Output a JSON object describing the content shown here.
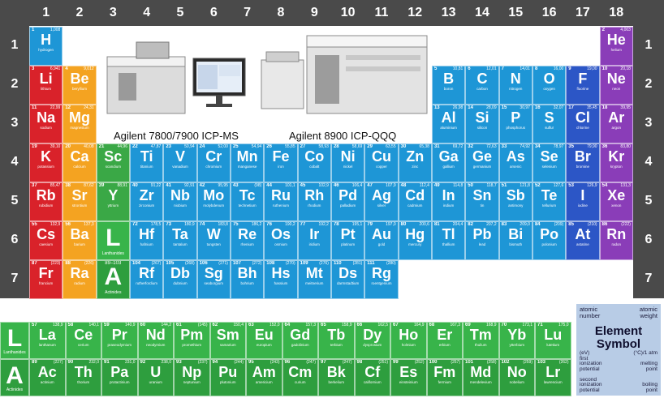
{
  "colors": {
    "band": "#4a4a4a",
    "s_block_alkali": "#d9222a",
    "s_block_alkaline": "#f4a321",
    "d_block": "#1e96d6",
    "p_block": "#1e96d6",
    "halogen": "#2c56c6",
    "noble": "#8a3db8",
    "lanthanide": "#38b44a",
    "actinide": "#2e9e3e",
    "scandium_group": "#3aa846",
    "legend": "#b8cce6"
  },
  "groups": [
    "1",
    "2",
    "3",
    "4",
    "5",
    "6",
    "7",
    "8",
    "9",
    "10",
    "11",
    "12",
    "13",
    "14",
    "15",
    "16",
    "17",
    "18"
  ],
  "periods": [
    "1",
    "2",
    "3",
    "4",
    "5",
    "6",
    "7"
  ],
  "instruments": {
    "icpms": "Agilent 7800/7900 ICP-MS",
    "icpqqq": "Agilent 8900 ICP-QQQ"
  },
  "elements": [
    {
      "n": "1",
      "s": "H",
      "name": "hydrogen",
      "w": "1,008",
      "g": 1,
      "p": 1,
      "c": "#1e96d6"
    },
    {
      "n": "2",
      "s": "He",
      "name": "helium",
      "w": "4,003",
      "g": 18,
      "p": 1,
      "c": "#8a3db8"
    },
    {
      "n": "3",
      "s": "Li",
      "name": "lithium",
      "w": "6,941",
      "g": 1,
      "p": 2,
      "c": "#d9222a"
    },
    {
      "n": "4",
      "s": "Be",
      "name": "beryllium",
      "w": "9,012",
      "g": 2,
      "p": 2,
      "c": "#f4a321"
    },
    {
      "n": "5",
      "s": "B",
      "name": "boron",
      "w": "10,81",
      "g": 13,
      "p": 2,
      "c": "#1e96d6"
    },
    {
      "n": "6",
      "s": "C",
      "name": "carbon",
      "w": "12,01",
      "g": 14,
      "p": 2,
      "c": "#1e96d6"
    },
    {
      "n": "7",
      "s": "N",
      "name": "nitrogen",
      "w": "14,01",
      "g": 15,
      "p": 2,
      "c": "#1e96d6"
    },
    {
      "n": "8",
      "s": "O",
      "name": "oxygen",
      "w": "16,00",
      "g": 16,
      "p": 2,
      "c": "#1e96d6"
    },
    {
      "n": "9",
      "s": "F",
      "name": "fluorine",
      "w": "19,00",
      "g": 17,
      "p": 2,
      "c": "#2c56c6"
    },
    {
      "n": "10",
      "s": "Ne",
      "name": "neon",
      "w": "20,18",
      "g": 18,
      "p": 2,
      "c": "#8a3db8"
    },
    {
      "n": "11",
      "s": "Na",
      "name": "sodium",
      "w": "22,99",
      "g": 1,
      "p": 3,
      "c": "#d9222a"
    },
    {
      "n": "12",
      "s": "Mg",
      "name": "magnesium",
      "w": "24,31",
      "g": 2,
      "p": 3,
      "c": "#f4a321"
    },
    {
      "n": "13",
      "s": "Al",
      "name": "aluminium",
      "w": "26,98",
      "g": 13,
      "p": 3,
      "c": "#1e96d6"
    },
    {
      "n": "14",
      "s": "Si",
      "name": "silicon",
      "w": "28,09",
      "g": 14,
      "p": 3,
      "c": "#1e96d6"
    },
    {
      "n": "15",
      "s": "P",
      "name": "phosphorus",
      "w": "30,97",
      "g": 15,
      "p": 3,
      "c": "#1e96d6"
    },
    {
      "n": "16",
      "s": "S",
      "name": "sulfur",
      "w": "32,07",
      "g": 16,
      "p": 3,
      "c": "#1e96d6"
    },
    {
      "n": "17",
      "s": "Cl",
      "name": "chlorine",
      "w": "35,45",
      "g": 17,
      "p": 3,
      "c": "#2c56c6"
    },
    {
      "n": "18",
      "s": "Ar",
      "name": "argon",
      "w": "39,95",
      "g": 18,
      "p": 3,
      "c": "#8a3db8"
    },
    {
      "n": "19",
      "s": "K",
      "name": "potassium",
      "w": "39,10",
      "g": 1,
      "p": 4,
      "c": "#d9222a"
    },
    {
      "n": "20",
      "s": "Ca",
      "name": "calcium",
      "w": "40,08",
      "g": 2,
      "p": 4,
      "c": "#f4a321"
    },
    {
      "n": "21",
      "s": "Sc",
      "name": "scandium",
      "w": "44,96",
      "g": 3,
      "p": 4,
      "c": "#3aa846"
    },
    {
      "n": "22",
      "s": "Ti",
      "name": "titanium",
      "w": "47,87",
      "g": 4,
      "p": 4,
      "c": "#1e96d6"
    },
    {
      "n": "23",
      "s": "V",
      "name": "vanadium",
      "w": "50,94",
      "g": 5,
      "p": 4,
      "c": "#1e96d6"
    },
    {
      "n": "24",
      "s": "Cr",
      "name": "chromium",
      "w": "52,00",
      "g": 6,
      "p": 4,
      "c": "#1e96d6"
    },
    {
      "n": "25",
      "s": "Mn",
      "name": "manganese",
      "w": "54,94",
      "g": 7,
      "p": 4,
      "c": "#1e96d6"
    },
    {
      "n": "26",
      "s": "Fe",
      "name": "iron",
      "w": "55,85",
      "g": 8,
      "p": 4,
      "c": "#1e96d6"
    },
    {
      "n": "27",
      "s": "Co",
      "name": "cobalt",
      "w": "58,93",
      "g": 9,
      "p": 4,
      "c": "#1e96d6"
    },
    {
      "n": "28",
      "s": "Ni",
      "name": "nickel",
      "w": "58,69",
      "g": 10,
      "p": 4,
      "c": "#1e96d6"
    },
    {
      "n": "29",
      "s": "Cu",
      "name": "copper",
      "w": "63,55",
      "g": 11,
      "p": 4,
      "c": "#1e96d6"
    },
    {
      "n": "30",
      "s": "Zn",
      "name": "zinc",
      "w": "65,38",
      "g": 12,
      "p": 4,
      "c": "#1e96d6"
    },
    {
      "n": "31",
      "s": "Ga",
      "name": "gallium",
      "w": "69,72",
      "g": 13,
      "p": 4,
      "c": "#1e96d6"
    },
    {
      "n": "32",
      "s": "Ge",
      "name": "germanium",
      "w": "72,63",
      "g": 14,
      "p": 4,
      "c": "#1e96d6"
    },
    {
      "n": "33",
      "s": "As",
      "name": "arsenic",
      "w": "74,92",
      "g": 15,
      "p": 4,
      "c": "#1e96d6"
    },
    {
      "n": "34",
      "s": "Se",
      "name": "selenium",
      "w": "78,97",
      "g": 16,
      "p": 4,
      "c": "#1e96d6"
    },
    {
      "n": "35",
      "s": "Br",
      "name": "bromine",
      "w": "79,90",
      "g": 17,
      "p": 4,
      "c": "#2c56c6"
    },
    {
      "n": "36",
      "s": "Kr",
      "name": "krypton",
      "w": "83,80",
      "g": 18,
      "p": 4,
      "c": "#8a3db8"
    },
    {
      "n": "37",
      "s": "Rb",
      "name": "rubidium",
      "w": "85,47",
      "g": 1,
      "p": 5,
      "c": "#d9222a"
    },
    {
      "n": "38",
      "s": "Sr",
      "name": "strontium",
      "w": "87,62",
      "g": 2,
      "p": 5,
      "c": "#f4a321"
    },
    {
      "n": "39",
      "s": "Y",
      "name": "yttrium",
      "w": "88,91",
      "g": 3,
      "p": 5,
      "c": "#3aa846"
    },
    {
      "n": "40",
      "s": "Zr",
      "name": "zirconium",
      "w": "91,22",
      "g": 4,
      "p": 5,
      "c": "#1e96d6"
    },
    {
      "n": "41",
      "s": "Nb",
      "name": "niobium",
      "w": "92,91",
      "g": 5,
      "p": 5,
      "c": "#1e96d6"
    },
    {
      "n": "42",
      "s": "Mo",
      "name": "molybdenum",
      "w": "95,95",
      "g": 6,
      "p": 5,
      "c": "#1e96d6"
    },
    {
      "n": "43",
      "s": "Tc",
      "name": "technetium",
      "w": "(98)",
      "g": 7,
      "p": 5,
      "c": "#1e96d6"
    },
    {
      "n": "44",
      "s": "Ru",
      "name": "ruthenium",
      "w": "101,1",
      "g": 8,
      "p": 5,
      "c": "#1e96d6"
    },
    {
      "n": "45",
      "s": "Rh",
      "name": "rhodium",
      "w": "102,9",
      "g": 9,
      "p": 5,
      "c": "#1e96d6"
    },
    {
      "n": "46",
      "s": "Pd",
      "name": "palladium",
      "w": "106,4",
      "g": 10,
      "p": 5,
      "c": "#1e96d6"
    },
    {
      "n": "47",
      "s": "Ag",
      "name": "silver",
      "w": "107,9",
      "g": 11,
      "p": 5,
      "c": "#1e96d6"
    },
    {
      "n": "48",
      "s": "Cd",
      "name": "cadmium",
      "w": "112,4",
      "g": 12,
      "p": 5,
      "c": "#1e96d6"
    },
    {
      "n": "49",
      "s": "In",
      "name": "indium",
      "w": "114,8",
      "g": 13,
      "p": 5,
      "c": "#1e96d6"
    },
    {
      "n": "50",
      "s": "Sn",
      "name": "tin",
      "w": "118,7",
      "g": 14,
      "p": 5,
      "c": "#1e96d6"
    },
    {
      "n": "51",
      "s": "Sb",
      "name": "antimony",
      "w": "121,8",
      "g": 15,
      "p": 5,
      "c": "#1e96d6"
    },
    {
      "n": "52",
      "s": "Te",
      "name": "tellurium",
      "w": "127,6",
      "g": 16,
      "p": 5,
      "c": "#1e96d6"
    },
    {
      "n": "53",
      "s": "I",
      "name": "iodine",
      "w": "126,9",
      "g": 17,
      "p": 5,
      "c": "#2c56c6"
    },
    {
      "n": "54",
      "s": "Xe",
      "name": "xenon",
      "w": "131,3",
      "g": 18,
      "p": 5,
      "c": "#8a3db8"
    },
    {
      "n": "55",
      "s": "Cs",
      "name": "caesium",
      "w": "132,9",
      "g": 1,
      "p": 6,
      "c": "#d9222a"
    },
    {
      "n": "56",
      "s": "Ba",
      "name": "barium",
      "w": "137,3",
      "g": 2,
      "p": 6,
      "c": "#f4a321"
    },
    {
      "n": "72",
      "s": "Hf",
      "name": "hafnium",
      "w": "178,5",
      "g": 4,
      "p": 6,
      "c": "#1e96d6"
    },
    {
      "n": "73",
      "s": "Ta",
      "name": "tantalum",
      "w": "180,9",
      "g": 5,
      "p": 6,
      "c": "#1e96d6"
    },
    {
      "n": "74",
      "s": "W",
      "name": "tungsten",
      "w": "183,8",
      "g": 6,
      "p": 6,
      "c": "#1e96d6"
    },
    {
      "n": "75",
      "s": "Re",
      "name": "rhenium",
      "w": "186,2",
      "g": 7,
      "p": 6,
      "c": "#1e96d6"
    },
    {
      "n": "76",
      "s": "Os",
      "name": "osmium",
      "w": "190,2",
      "g": 8,
      "p": 6,
      "c": "#1e96d6"
    },
    {
      "n": "77",
      "s": "Ir",
      "name": "iridium",
      "w": "192,2",
      "g": 9,
      "p": 6,
      "c": "#1e96d6"
    },
    {
      "n": "78",
      "s": "Pt",
      "name": "platinum",
      "w": "195,1",
      "g": 10,
      "p": 6,
      "c": "#1e96d6"
    },
    {
      "n": "79",
      "s": "Au",
      "name": "gold",
      "w": "197,0",
      "g": 11,
      "p": 6,
      "c": "#1e96d6"
    },
    {
      "n": "80",
      "s": "Hg",
      "name": "mercury",
      "w": "200,6",
      "g": 12,
      "p": 6,
      "c": "#1e96d6"
    },
    {
      "n": "81",
      "s": "Tl",
      "name": "thallium",
      "w": "204,4",
      "g": 13,
      "p": 6,
      "c": "#1e96d6"
    },
    {
      "n": "82",
      "s": "Pb",
      "name": "lead",
      "w": "207,2",
      "g": 14,
      "p": 6,
      "c": "#1e96d6"
    },
    {
      "n": "83",
      "s": "Bi",
      "name": "bismuth",
      "w": "209,0",
      "g": 15,
      "p": 6,
      "c": "#1e96d6"
    },
    {
      "n": "84",
      "s": "Po",
      "name": "polonium",
      "w": "(209)",
      "g": 16,
      "p": 6,
      "c": "#1e96d6"
    },
    {
      "n": "85",
      "s": "At",
      "name": "astatine",
      "w": "(210)",
      "g": 17,
      "p": 6,
      "c": "#2c56c6"
    },
    {
      "n": "86",
      "s": "Rn",
      "name": "radon",
      "w": "(222)",
      "g": 18,
      "p": 6,
      "c": "#8a3db8"
    },
    {
      "n": "87",
      "s": "Fr",
      "name": "francium",
      "w": "(223)",
      "g": 1,
      "p": 7,
      "c": "#d9222a"
    },
    {
      "n": "88",
      "s": "Ra",
      "name": "radium",
      "w": "(226)",
      "g": 2,
      "p": 7,
      "c": "#f4a321"
    },
    {
      "n": "104",
      "s": "Rf",
      "name": "rutherfordium",
      "w": "(267)",
      "g": 4,
      "p": 7,
      "c": "#1e96d6"
    },
    {
      "n": "105",
      "s": "Db",
      "name": "dubnium",
      "w": "(268)",
      "g": 5,
      "p": 7,
      "c": "#1e96d6"
    },
    {
      "n": "106",
      "s": "Sg",
      "name": "seaborgium",
      "w": "(271)",
      "g": 6,
      "p": 7,
      "c": "#1e96d6"
    },
    {
      "n": "107",
      "s": "Bh",
      "name": "bohrium",
      "w": "(272)",
      "g": 7,
      "p": 7,
      "c": "#1e96d6"
    },
    {
      "n": "108",
      "s": "Hs",
      "name": "hassium",
      "w": "(270)",
      "g": 8,
      "p": 7,
      "c": "#1e96d6"
    },
    {
      "n": "109",
      "s": "Mt",
      "name": "meitnerium",
      "w": "(276)",
      "g": 9,
      "p": 7,
      "c": "#1e96d6"
    },
    {
      "n": "110",
      "s": "Ds",
      "name": "darmstadtium",
      "w": "(281)",
      "g": 10,
      "p": 7,
      "c": "#1e96d6"
    },
    {
      "n": "111",
      "s": "Rg",
      "name": "roentgenium",
      "w": "(280)",
      "g": 11,
      "p": 7,
      "c": "#1e96d6"
    }
  ],
  "series_placeholders": [
    {
      "s": "L",
      "caption": "Lanthanides",
      "range": "",
      "g": 3,
      "p": 6,
      "c": "#38b44a"
    },
    {
      "s": "A",
      "caption": "Actinides",
      "range": "89–103",
      "g": 3,
      "p": 7,
      "c": "#2e9e3e"
    }
  ],
  "lanthanides_row": {
    "label": {
      "s": "L",
      "caption": "Lanthanides"
    },
    "items": [
      {
        "n": "57",
        "s": "La",
        "name": "lanthanum",
        "w": "138,9"
      },
      {
        "n": "58",
        "s": "Ce",
        "name": "cerium",
        "w": "140,1"
      },
      {
        "n": "59",
        "s": "Pr",
        "name": "praseodymium",
        "w": "140,9"
      },
      {
        "n": "60",
        "s": "Nd",
        "name": "neodymium",
        "w": "144,2"
      },
      {
        "n": "61",
        "s": "Pm",
        "name": "promethium",
        "w": "(145)"
      },
      {
        "n": "62",
        "s": "Sm",
        "name": "samarium",
        "w": "150,4"
      },
      {
        "n": "63",
        "s": "Eu",
        "name": "europium",
        "w": "152,0"
      },
      {
        "n": "64",
        "s": "Gd",
        "name": "gadolinium",
        "w": "157,3"
      },
      {
        "n": "65",
        "s": "Tb",
        "name": "terbium",
        "w": "158,9"
      },
      {
        "n": "66",
        "s": "Dy",
        "name": "dysprosium",
        "w": "162,5"
      },
      {
        "n": "67",
        "s": "Ho",
        "name": "holmium",
        "w": "164,9"
      },
      {
        "n": "68",
        "s": "Er",
        "name": "erbium",
        "w": "167,3"
      },
      {
        "n": "69",
        "s": "Tm",
        "name": "thulium",
        "w": "168,9"
      },
      {
        "n": "70",
        "s": "Yb",
        "name": "ytterbium",
        "w": "173,1"
      },
      {
        "n": "71",
        "s": "Lu",
        "name": "lutetium",
        "w": "175,0"
      }
    ]
  },
  "actinides_row": {
    "label": {
      "s": "A",
      "caption": "Actinides"
    },
    "items": [
      {
        "n": "89",
        "s": "Ac",
        "name": "actinium",
        "w": "(227)"
      },
      {
        "n": "90",
        "s": "Th",
        "name": "thorium",
        "w": "232,0"
      },
      {
        "n": "91",
        "s": "Pa",
        "name": "protactinium",
        "w": "231,0"
      },
      {
        "n": "92",
        "s": "U",
        "name": "uranium",
        "w": "238,0"
      },
      {
        "n": "93",
        "s": "Np",
        "name": "neptunium",
        "w": "(237)"
      },
      {
        "n": "94",
        "s": "Pu",
        "name": "plutonium",
        "w": "(244)"
      },
      {
        "n": "95",
        "s": "Am",
        "name": "americium",
        "w": "(243)"
      },
      {
        "n": "96",
        "s": "Cm",
        "name": "curium",
        "w": "(247)"
      },
      {
        "n": "97",
        "s": "Bk",
        "name": "berkelium",
        "w": "(247)"
      },
      {
        "n": "98",
        "s": "Cf",
        "name": "californium",
        "w": "(251)"
      },
      {
        "n": "99",
        "s": "Es",
        "name": "einsteinium",
        "w": "(252)"
      },
      {
        "n": "100",
        "s": "Fm",
        "name": "fermium",
        "w": "(257)"
      },
      {
        "n": "101",
        "s": "Md",
        "name": "mendelevium",
        "w": "(258)"
      },
      {
        "n": "102",
        "s": "No",
        "name": "nobelium",
        "w": "(259)"
      },
      {
        "n": "103",
        "s": "Lr",
        "name": "lawrencium",
        "w": "(262)"
      }
    ]
  },
  "legend": {
    "atomic_number": "atomic number",
    "atomic_weight": "atomic weight",
    "title_line1": "Element",
    "title_line2": "Symbol",
    "left_lines": [
      "(eV)",
      "first",
      "ionization",
      "potential",
      "",
      "second",
      "ionization",
      "potential"
    ],
    "right_lines": [
      "(°C)/1 atm",
      "",
      "melting",
      "point",
      "",
      "",
      "boiling",
      "point"
    ]
  }
}
